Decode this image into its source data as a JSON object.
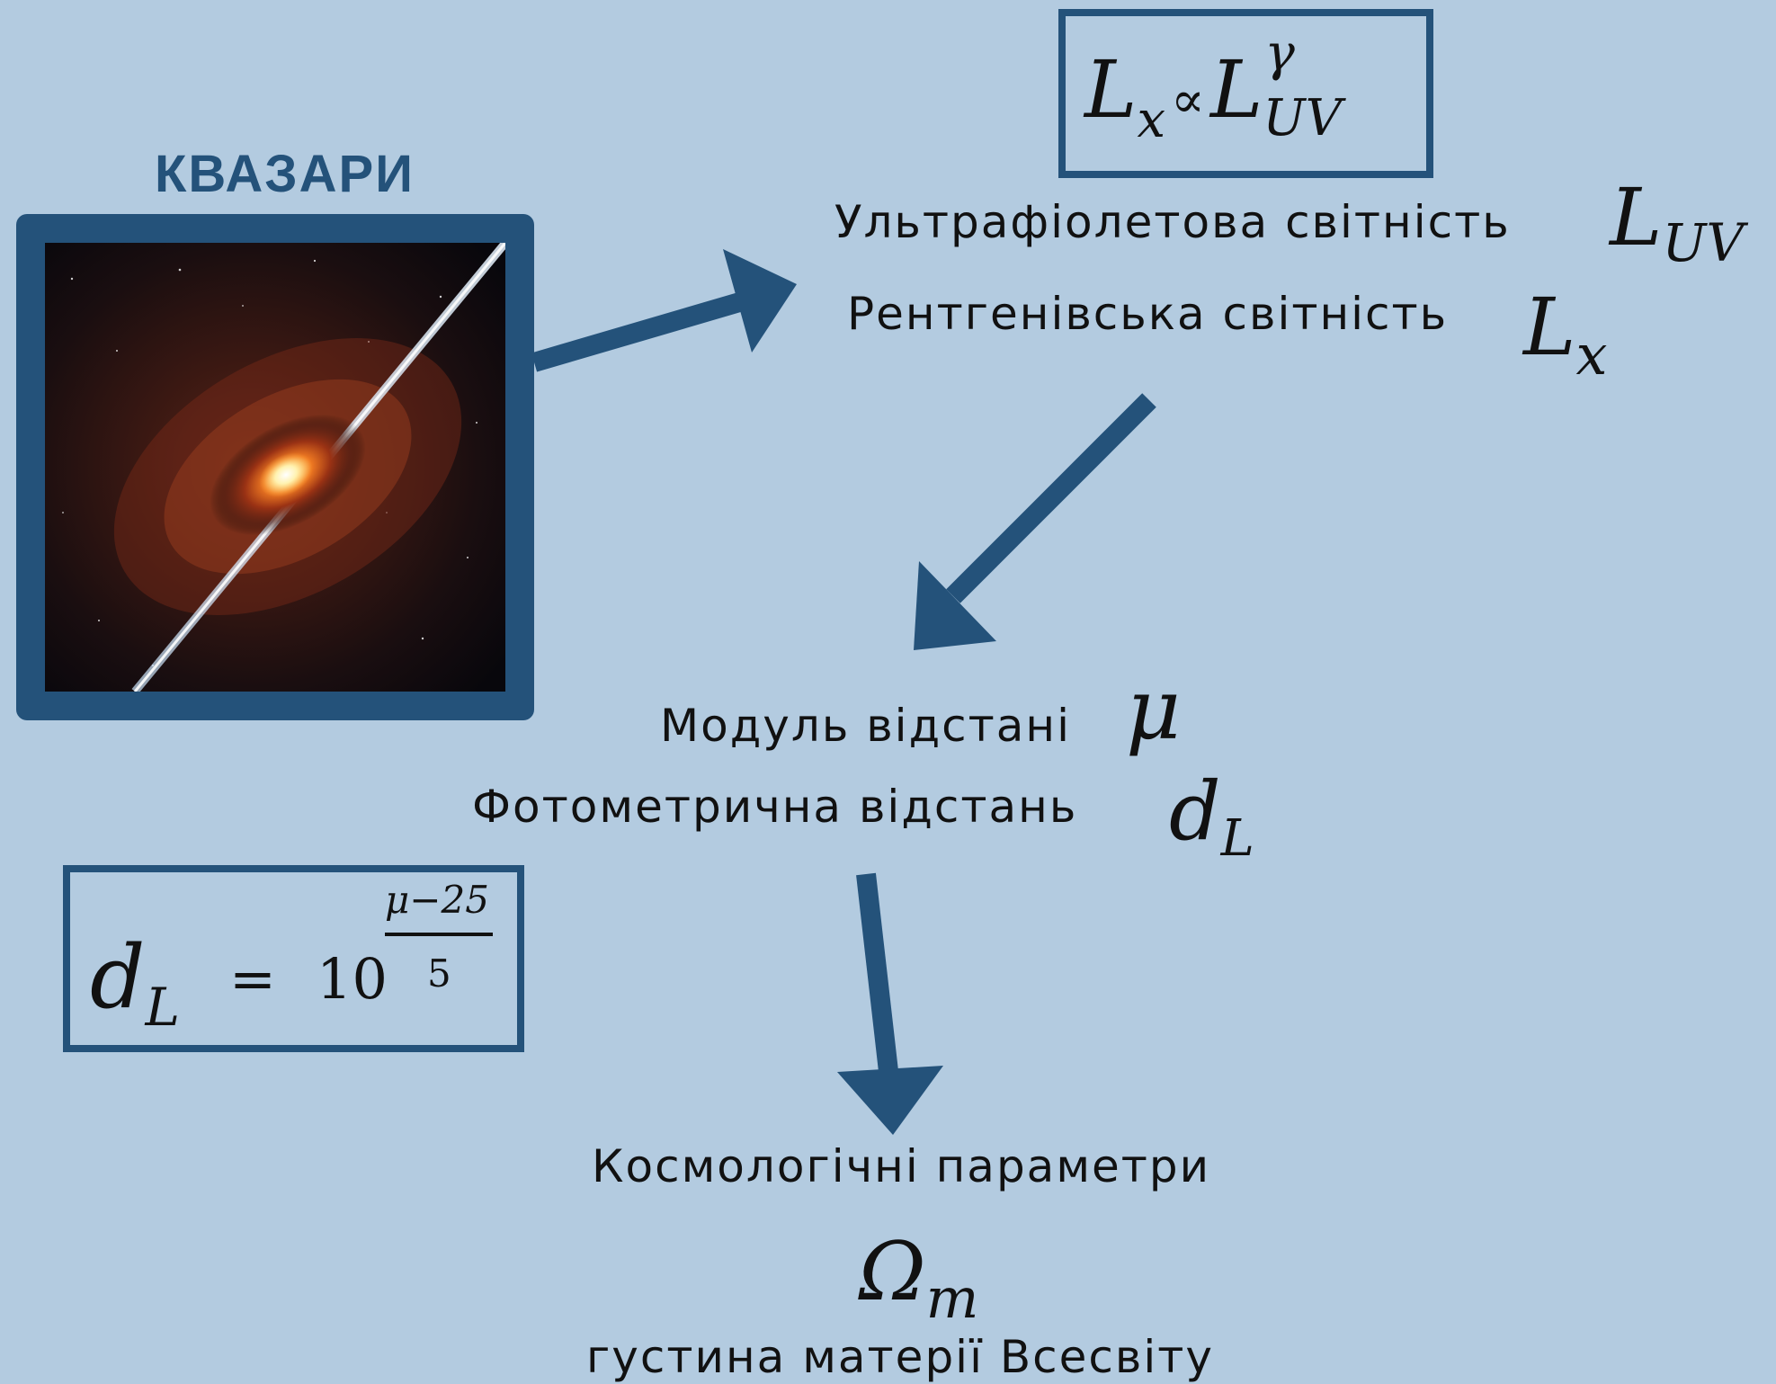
{
  "title": "КВАЗАРИ",
  "formulas": {
    "relation_lhs": "L",
    "relation_lhs_sub": "x",
    "relation_symbol": "∝",
    "relation_rhs": "L",
    "relation_rhs_sup": "γ",
    "relation_rhs_sub": "UV",
    "dl_lhs": "d",
    "dl_lhs_sub": "L",
    "dl_equals": "=",
    "dl_base": "10",
    "dl_exp_num": "μ−25",
    "dl_exp_den": "5"
  },
  "luminosity": {
    "uv_label": "Ультрафіолетова світність",
    "uv_symbol": "L",
    "uv_symbol_sub": "UV",
    "xray_label": "Рентгенівська світність",
    "xray_symbol": "L",
    "xray_symbol_sub": "x"
  },
  "distance": {
    "modulus_label": "Модуль відстані",
    "modulus_symbol": "μ",
    "photometric_label": "Фотометрична відстань",
    "photometric_symbol": "d",
    "photometric_symbol_sub": "L"
  },
  "cosmology": {
    "params_label": "Космологічні параметри",
    "omega_symbol": "Ω",
    "omega_sub": "m",
    "density_label": "густина матерії Всесвіту"
  },
  "colors": {
    "background": "#b3cbe0",
    "accent": "#24527a",
    "text": "#111111"
  }
}
